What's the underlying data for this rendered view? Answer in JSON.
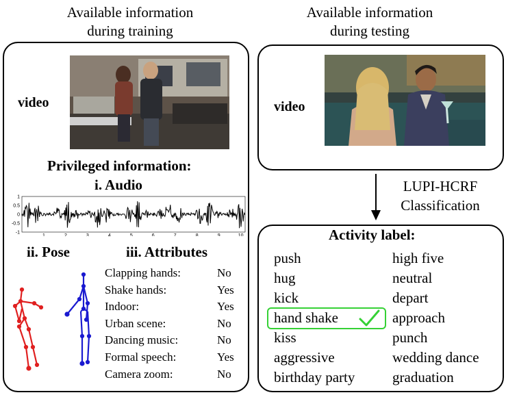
{
  "training": {
    "heading_line1": "Available information",
    "heading_line2": "during training",
    "video_label": "video",
    "privileged_title": "Privileged information:",
    "audio_title": "i. Audio",
    "pose_title": "ii. Pose",
    "attributes_title": "iii. Attributes",
    "audio_axis": {
      "y_ticks": [
        "1",
        "0.5",
        "0",
        "-0.5",
        "-1"
      ],
      "x_ticks": [
        "1",
        "2",
        "3",
        "4",
        "5",
        "6",
        "7",
        "8",
        "9",
        "10"
      ],
      "waveform_color": "#000000"
    },
    "attributes": [
      {
        "name": "Clapping hands:",
        "value": "No"
      },
      {
        "name": "Shake hands:",
        "value": "Yes"
      },
      {
        "name": "Indoor:",
        "value": "Yes"
      },
      {
        "name": "Urban scene:",
        "value": "No"
      },
      {
        "name": "Dancing music:",
        "value": "No"
      },
      {
        "name": "Formal speech:",
        "value": "Yes"
      },
      {
        "name": "Camera zoom:",
        "value": "No"
      }
    ],
    "pose_colors": {
      "left": "#e02020",
      "right": "#1a1ad0"
    }
  },
  "testing": {
    "heading_line1": "Available information",
    "heading_line2": "during testing",
    "video_label": "video"
  },
  "classifier": {
    "line1": "LUPI-HCRF",
    "line2": "Classification"
  },
  "activity": {
    "title": "Activity label:",
    "left": [
      "push",
      "hug",
      "kick",
      "hand shake",
      "kiss",
      "aggressive",
      "birthday party"
    ],
    "right": [
      "high five",
      "neutral",
      "depart",
      "approach",
      "punch",
      "wedding dance",
      "graduation"
    ],
    "selected": "hand shake",
    "highlight_color": "#35d135",
    "check_icon": "check-icon"
  }
}
